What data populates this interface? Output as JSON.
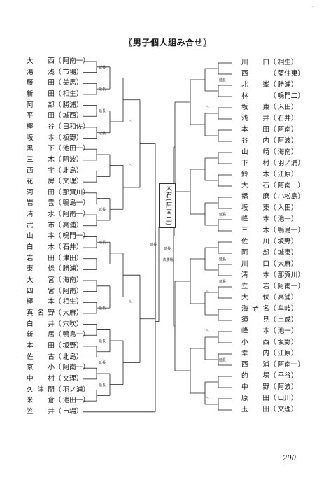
{
  "title": "〖男子個人組み合せ〗",
  "page_number": "290",
  "corner_mark": "-",
  "champion": {
    "name": "大石",
    "school": "阿南二",
    "note": "(決勝戦)",
    "extension_labels": [
      "延長",
      "延長"
    ]
  },
  "left_players": [
    {
      "name": "大西",
      "school": "阿南一"
    },
    {
      "name": "湯浅",
      "school": "市場"
    },
    {
      "name": "藤田",
      "school": "美馬"
    },
    {
      "name": "新田",
      "school": "相生"
    },
    {
      "name": "阿部",
      "school": "勝浦"
    },
    {
      "name": "平田",
      "school": "城西"
    },
    {
      "name": "樫谷",
      "school": "日和佐"
    },
    {
      "name": "坂本",
      "school": "板野"
    },
    {
      "name": "黒下",
      "school": "池田一"
    },
    {
      "name": "三木",
      "school": "阿波"
    },
    {
      "name": "西宇",
      "school": "北島"
    },
    {
      "name": "花房",
      "school": "文理"
    },
    {
      "name": "河田",
      "school": "那賀川"
    },
    {
      "name": "岩雲",
      "school": "鴨島一"
    },
    {
      "name": "清水",
      "school": "阿南一"
    },
    {
      "name": "武市",
      "school": "高浦"
    },
    {
      "name": "山本",
      "school": "鳴門一"
    },
    {
      "name": "白木",
      "school": "石井"
    },
    {
      "name": "岩田",
      "school": "津田"
    },
    {
      "name": "東條",
      "school": "勝浦"
    },
    {
      "name": "大宮",
      "school": "海南"
    },
    {
      "name": "四宮",
      "school": "阿南"
    },
    {
      "name": "樫本",
      "school": "相生"
    },
    {
      "name": "真名野",
      "school": "大麻"
    },
    {
      "name": "白井",
      "school": "穴吹"
    },
    {
      "name": "新居",
      "school": "鴨島一"
    },
    {
      "name": "本田",
      "school": "坂野"
    },
    {
      "name": "佐古",
      "school": "北島"
    },
    {
      "name": "京小",
      "school": "阿南一"
    },
    {
      "name": "中村",
      "school": "文理"
    },
    {
      "name": "久津間",
      "school": "羽ノ浦"
    },
    {
      "name": "米倉",
      "school": "池田一"
    },
    {
      "name": "笠井",
      "school": "市場"
    }
  ],
  "right_players": [
    {
      "name": "川口",
      "school": "相生"
    },
    {
      "name": "西",
      "school": "藍住東"
    },
    {
      "name": "北峯",
      "school": "勝浦"
    },
    {
      "name": "林",
      "school": "鳴門二"
    },
    {
      "name": "坂東",
      "school": "入田"
    },
    {
      "name": "浅井",
      "school": "石井"
    },
    {
      "name": "本田",
      "school": "阿南"
    },
    {
      "name": "谷内",
      "school": "阿波"
    },
    {
      "name": "山崎",
      "school": "海南"
    },
    {
      "name": "下村",
      "school": "羽ノ浦"
    },
    {
      "name": "鈴木",
      "school": "江原"
    },
    {
      "name": "大石",
      "school": "阿南二"
    },
    {
      "name": "播磨",
      "school": "小松島"
    },
    {
      "name": "坂東",
      "school": "入田"
    },
    {
      "name": "峰本",
      "school": "池一"
    },
    {
      "name": "三木",
      "school": "鴨島一"
    },
    {
      "name": "佐川",
      "school": "坂野"
    },
    {
      "name": "阿部",
      "school": "城東"
    },
    {
      "name": "川口",
      "school": "大麻"
    },
    {
      "name": "清本",
      "school": "那賀川"
    },
    {
      "name": "立岩",
      "school": "阿南一"
    },
    {
      "name": "大伏",
      "school": "高浦"
    },
    {
      "name": "海老名",
      "school": "牟岐"
    },
    {
      "name": "須見",
      "school": "土成"
    },
    {
      "name": "峰本",
      "school": "池一"
    },
    {
      "name": "小西",
      "school": "坂野"
    },
    {
      "name": "幸内",
      "school": "江原"
    },
    {
      "name": "西浦",
      "school": "阿南一"
    },
    {
      "name": "的場",
      "school": "平谷"
    },
    {
      "name": "中野",
      "school": "阿波"
    },
    {
      "name": "原田",
      "school": "山川"
    },
    {
      "name": "玉田",
      "school": "文理"
    }
  ],
  "left_notes": [
    {
      "row": 0.5,
      "label": "延長"
    },
    {
      "row": 2.5,
      "label": "延長"
    },
    {
      "row": 4.5,
      "label": "延長"
    },
    {
      "row": 6.5,
      "label": "延長"
    },
    {
      "row": 13.5,
      "label": "延長"
    },
    {
      "row": 16.5,
      "label": "延長"
    },
    {
      "row": 22.5,
      "label": "延長"
    },
    {
      "row": 25.5,
      "label": "延長"
    },
    {
      "row": 27.5,
      "label": "延長"
    },
    {
      "row": 29.5,
      "label": "延長"
    }
  ],
  "right_notes": [
    {
      "row": 1.5,
      "label": "延長"
    },
    {
      "row": 13.5,
      "label": "延長"
    },
    {
      "row": 17.5,
      "label": "延長"
    },
    {
      "row": 19.5,
      "label": "延長"
    },
    {
      "row": 26.5,
      "label": "延長"
    }
  ],
  "triangles": [
    {
      "side": "left",
      "row": 5.5,
      "label": "△"
    },
    {
      "side": "left",
      "row": 9.5,
      "label": "△"
    },
    {
      "side": "left",
      "row": 22,
      "label": "△"
    },
    {
      "side": "right",
      "row": 4,
      "label": "△"
    },
    {
      "side": "right",
      "row": 20.5,
      "label": "△"
    },
    {
      "side": "right",
      "row": 24,
      "label": "△"
    },
    {
      "side": "right",
      "row": 30,
      "label": "△"
    }
  ]
}
